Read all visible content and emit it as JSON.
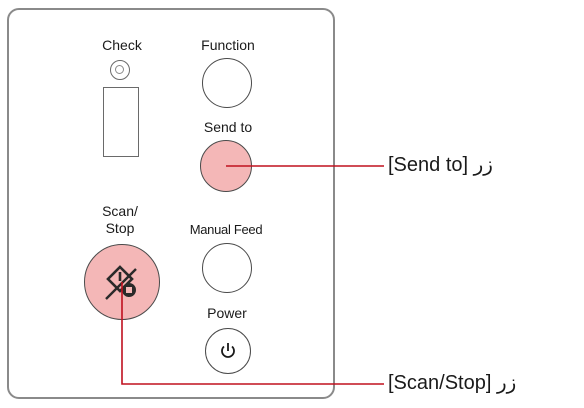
{
  "panel": {
    "check_label": "Check",
    "function_label": "Function",
    "send_to_label": "Send to",
    "scan_stop_label_line1": "Scan/",
    "scan_stop_label_line2": "Stop",
    "manual_feed_label": "Manual Feed",
    "power_label": "Power"
  },
  "callouts": {
    "send_to": "[Send to] زر",
    "scan_stop": "[Scan/Stop] زر"
  },
  "colors": {
    "highlight_fill": "#f4b7b7",
    "leader_line": "#c0101f",
    "panel_border": "#8a8a8a"
  },
  "icons": {
    "scan_stop_icon": "scan-stop-icon",
    "power_icon": "power-icon"
  }
}
